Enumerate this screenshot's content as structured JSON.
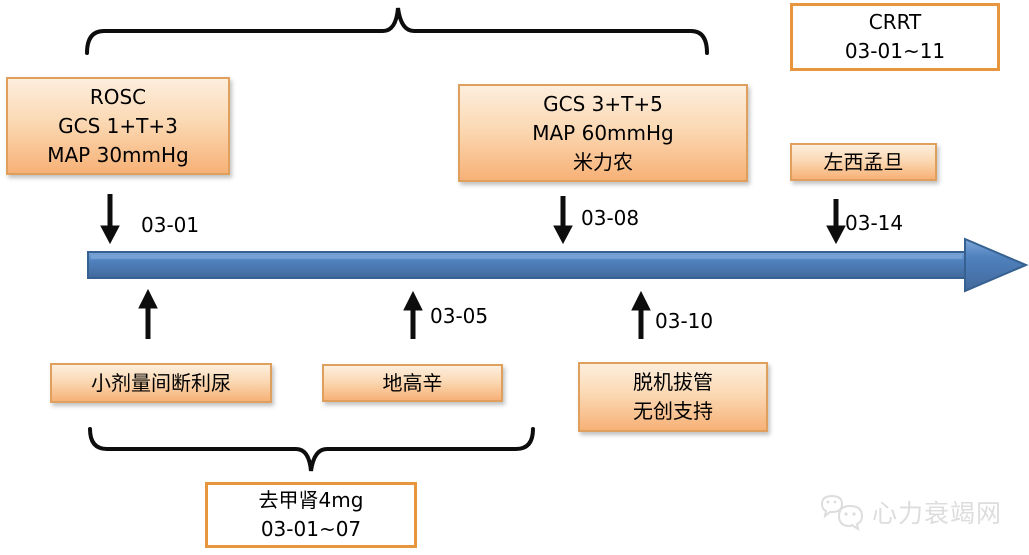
{
  "boxes": {
    "rosc": {
      "line1": "ROSC",
      "line2": "GCS 1+T+3",
      "line3": "MAP 30mmHg"
    },
    "gcs_recovery": {
      "line1": "GCS 3+T+5",
      "line2": "MAP 60mmHg",
      "line3": "米力农"
    },
    "crrt": {
      "line1": "CRRT",
      "line2": "03-01~11"
    },
    "levosimendan": {
      "line1": "左西孟旦"
    },
    "diuresis": {
      "line1": "小剂量间断利尿"
    },
    "digoxin": {
      "line1": "地高辛"
    },
    "extubation": {
      "line1": "脱机拔管",
      "line2": "无创支持"
    },
    "norepinephrine": {
      "line1": "去甲肾4mg",
      "line2": "03-01~07"
    }
  },
  "timeline": {
    "dates": {
      "d0301": "03-01",
      "d0305": "03-05",
      "d0308": "03-08",
      "d0310": "03-10",
      "d0314": "03-14"
    }
  },
  "watermark": {
    "text": "心力衰竭网"
  },
  "colors": {
    "box_gradient_top": "#fdeedd",
    "box_gradient_bottom": "#f7b177",
    "box_border": "#dfa05e",
    "outline_box_border": "#e8963e",
    "timeline_fill": "#4f81bd",
    "timeline_border": "#36608f",
    "arrow_color": "#0d0d0d",
    "watermark_color": "#dddddd"
  }
}
